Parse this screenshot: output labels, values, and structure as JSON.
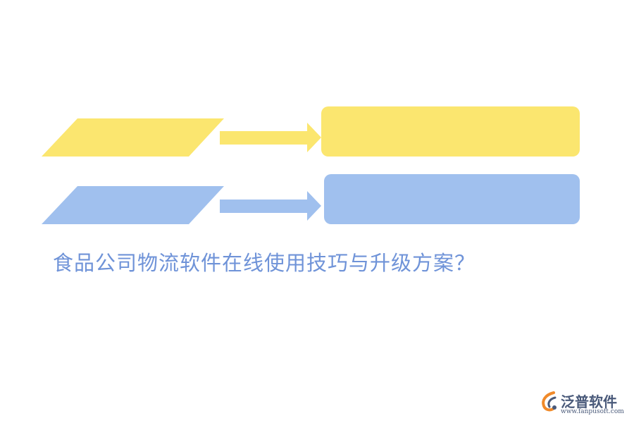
{
  "title": "食品公司物流软件在线使用技巧与升级方案？",
  "colors": {
    "yellow": "#fbe66f",
    "blue": "#a0c0ee",
    "title": "#6f93d8",
    "logo": "#4a5a7a"
  },
  "logo": {
    "name": "泛普软件",
    "url": "www.fanpusoft.com",
    "icon": "fanpu-logo-icon"
  }
}
